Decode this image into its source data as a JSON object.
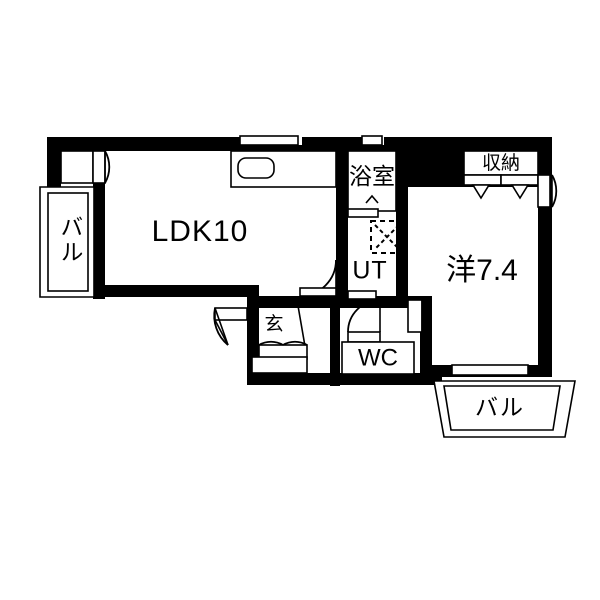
{
  "plan": {
    "title": "間取り図",
    "type": "apartment-floor-plan",
    "rooms": [
      {
        "key": "ldk",
        "label": "LDK10",
        "name": "living-dining-kitchen",
        "size": "10"
      },
      {
        "key": "western",
        "label": "洋7.4",
        "name": "western-style-room",
        "size": "7.4"
      },
      {
        "key": "bath",
        "label": "浴室",
        "name": "bathroom"
      },
      {
        "key": "ut",
        "label": "UT",
        "name": "utility-room"
      },
      {
        "key": "wc",
        "label": "WC",
        "name": "toilet"
      },
      {
        "key": "genkan",
        "label": "玄",
        "name": "entrance-hall"
      },
      {
        "key": "closet",
        "label": "収納",
        "name": "closet"
      },
      {
        "key": "balcony_w",
        "label": "バル",
        "name": "balcony-west"
      },
      {
        "key": "balcony_s",
        "label": "バル",
        "name": "balcony-south"
      }
    ],
    "colors": {
      "wall": "#000000",
      "background": "#ffffff",
      "line": "#000000"
    },
    "fixtures": [
      {
        "key": "kitchen_sink",
        "name": "kitchen-sink-counter"
      },
      {
        "key": "washer_pan",
        "name": "washing-machine-pan"
      },
      {
        "key": "shoe_box",
        "name": "shoe-cabinet"
      },
      {
        "key": "closet_doors",
        "name": "closet-folding-doors"
      },
      {
        "key": "bath_unit",
        "name": "bath-unit"
      }
    ],
    "doors": [
      {
        "key": "d_ldk_window_nw",
        "name": "ldk-northwest-window-door"
      },
      {
        "key": "d_ldk_hall",
        "name": "ldk-to-hall-door"
      },
      {
        "key": "d_entrance",
        "name": "entrance-door"
      },
      {
        "key": "d_wc",
        "name": "wc-door"
      },
      {
        "key": "d_room",
        "name": "western-room-door"
      },
      {
        "key": "d_room_east",
        "name": "western-room-east-door"
      }
    ]
  }
}
